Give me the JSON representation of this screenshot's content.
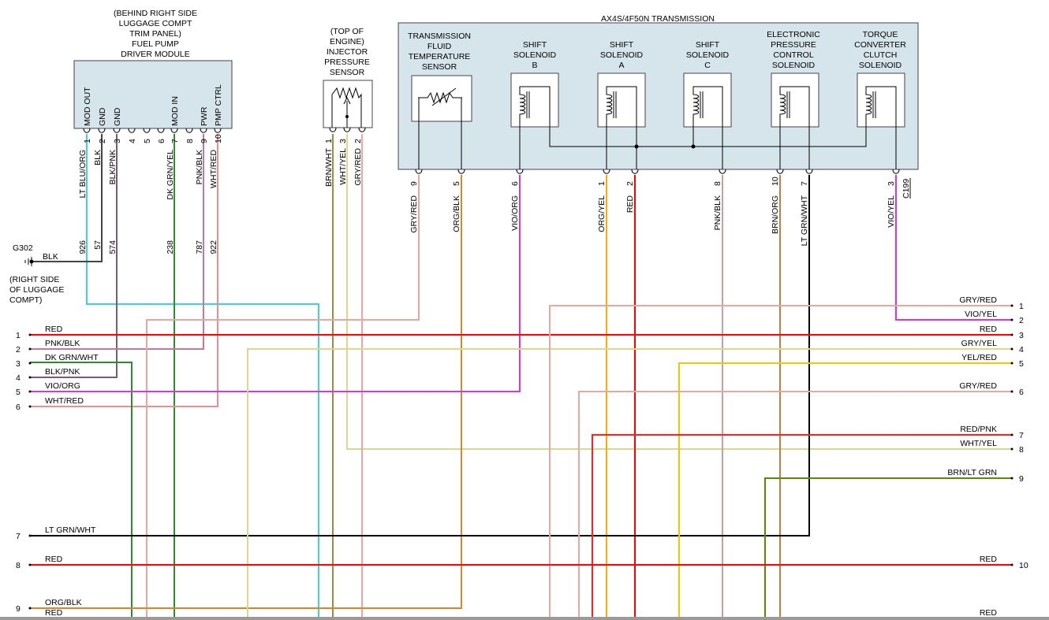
{
  "fpdm": {
    "location": [
      "(BEHIND RIGHT SIDE",
      "LUGGAGE COMPT",
      "TRIM PANEL)"
    ],
    "title": [
      "FUEL PUMP",
      "DRIVER MODULE"
    ],
    "pins": [
      {
        "name": "MOD OUT",
        "pin": "1",
        "color": "LT BLU/ORG",
        "circuit": "926"
      },
      {
        "name": "GND",
        "pin": "2",
        "color": "BLK",
        "circuit": "57"
      },
      {
        "name": "GND",
        "pin": "3",
        "color": "BLK/PNK",
        "circuit": "574"
      },
      {
        "name": "",
        "pin": "4",
        "color": "",
        "circuit": ""
      },
      {
        "name": "",
        "pin": "5",
        "color": "",
        "circuit": ""
      },
      {
        "name": "",
        "pin": "6",
        "color": "",
        "circuit": ""
      },
      {
        "name": "MOD IN",
        "pin": "7",
        "color": "DK GRN/YEL",
        "circuit": "238"
      },
      {
        "name": "",
        "pin": "8",
        "color": "",
        "circuit": ""
      },
      {
        "name": "PWR",
        "pin": "9",
        "color": "PNK/BLK",
        "circuit": "787"
      },
      {
        "name": "PMP CTRL",
        "pin": "10",
        "color": "WHT/RED",
        "circuit": "922"
      }
    ]
  },
  "ground": {
    "id": "G302",
    "wire": "BLK",
    "location": [
      "(RIGHT SIDE",
      "OF LUGGAGE",
      "COMPT)"
    ]
  },
  "injector": {
    "location": [
      "(TOP OF",
      "ENGINE)"
    ],
    "title": [
      "INJECTOR",
      "PRESSURE",
      "SENSOR"
    ],
    "pins": [
      {
        "pin": "1",
        "color": "BRN/WHT"
      },
      {
        "pin": "3",
        "color": "WHT/YEL"
      },
      {
        "pin": "2",
        "color": "GRY/RED"
      }
    ]
  },
  "transmission": {
    "title": "AX4S/4F50N TRANSMISSION",
    "connector": "C199",
    "components": [
      [
        "TRANSMISSION",
        "FLUID",
        "TEMPERATURE",
        "SENSOR"
      ],
      [
        "SHIFT",
        "SOLENOID",
        "B"
      ],
      [
        "SHIFT",
        "SOLENOID",
        "A"
      ],
      [
        "SHIFT",
        "SOLENOID",
        "C"
      ],
      [
        "ELECTRONIC",
        "PRESSURE",
        "CONTROL",
        "SOLENOID"
      ],
      [
        "TORQUE",
        "CONVERTER",
        "CLUTCH",
        "SOLENOID"
      ]
    ],
    "pins": [
      {
        "pin": "9",
        "color": "GRY/RED"
      },
      {
        "pin": "5",
        "color": "ORG/BLK"
      },
      {
        "pin": "6",
        "color": "VIO/ORG"
      },
      {
        "pin": "1",
        "color": "ORG/YEL"
      },
      {
        "pin": "2",
        "color": "RED"
      },
      {
        "pin": "8",
        "color": "PNK/BLK"
      },
      {
        "pin": "10",
        "color": "BRN/ORG"
      },
      {
        "pin": "7",
        "color": "LT GRN/WHT"
      },
      {
        "pin": "3",
        "color": "VIO/YEL"
      }
    ]
  },
  "left_harness": [
    {
      "num": "1",
      "label": "RED"
    },
    {
      "num": "2",
      "label": "PNK/BLK"
    },
    {
      "num": "3",
      "label": "DK GRN/WHT"
    },
    {
      "num": "4",
      "label": "BLK/PNK"
    },
    {
      "num": "5",
      "label": "VIO/ORG"
    },
    {
      "num": "6",
      "label": "WHT/RED"
    },
    {
      "num": "7",
      "label": "LT GRN/WHT"
    },
    {
      "num": "8",
      "label": "RED"
    },
    {
      "num": "9",
      "label": "ORG/BLK"
    },
    {
      "num": "",
      "label": "RED"
    }
  ],
  "right_harness": [
    {
      "num": "1",
      "label": "GRY/RED"
    },
    {
      "num": "2",
      "label": "VIO/YEL"
    },
    {
      "num": "3",
      "label": "RED"
    },
    {
      "num": "4",
      "label": "GRY/YEL"
    },
    {
      "num": "5",
      "label": "YEL/RED"
    },
    {
      "num": "6",
      "label": "GRY/RED"
    },
    {
      "num": "7",
      "label": "RED/PNK"
    },
    {
      "num": "8",
      "label": "WHT/YEL"
    },
    {
      "num": "9",
      "label": "BRN/LT GRN"
    },
    {
      "num": "10",
      "label": "RED"
    },
    {
      "num": "",
      "label": "RED"
    }
  ],
  "colors": {
    "red": "#ff0000",
    "pink": "#e88f8f",
    "green": "#2e8b2e",
    "dkgreen": "#5a8a00",
    "purple": "#7a5a7a",
    "magenta": "#e030e0",
    "cyan": "#3cd6d6",
    "black": "#000000",
    "orange": "#d9862a",
    "orgyel": "#ffaa00",
    "yellow": "#f0c800",
    "khaki": "#d8d890",
    "brown": "#a08a3c",
    "box": "#d6e4ec"
  }
}
